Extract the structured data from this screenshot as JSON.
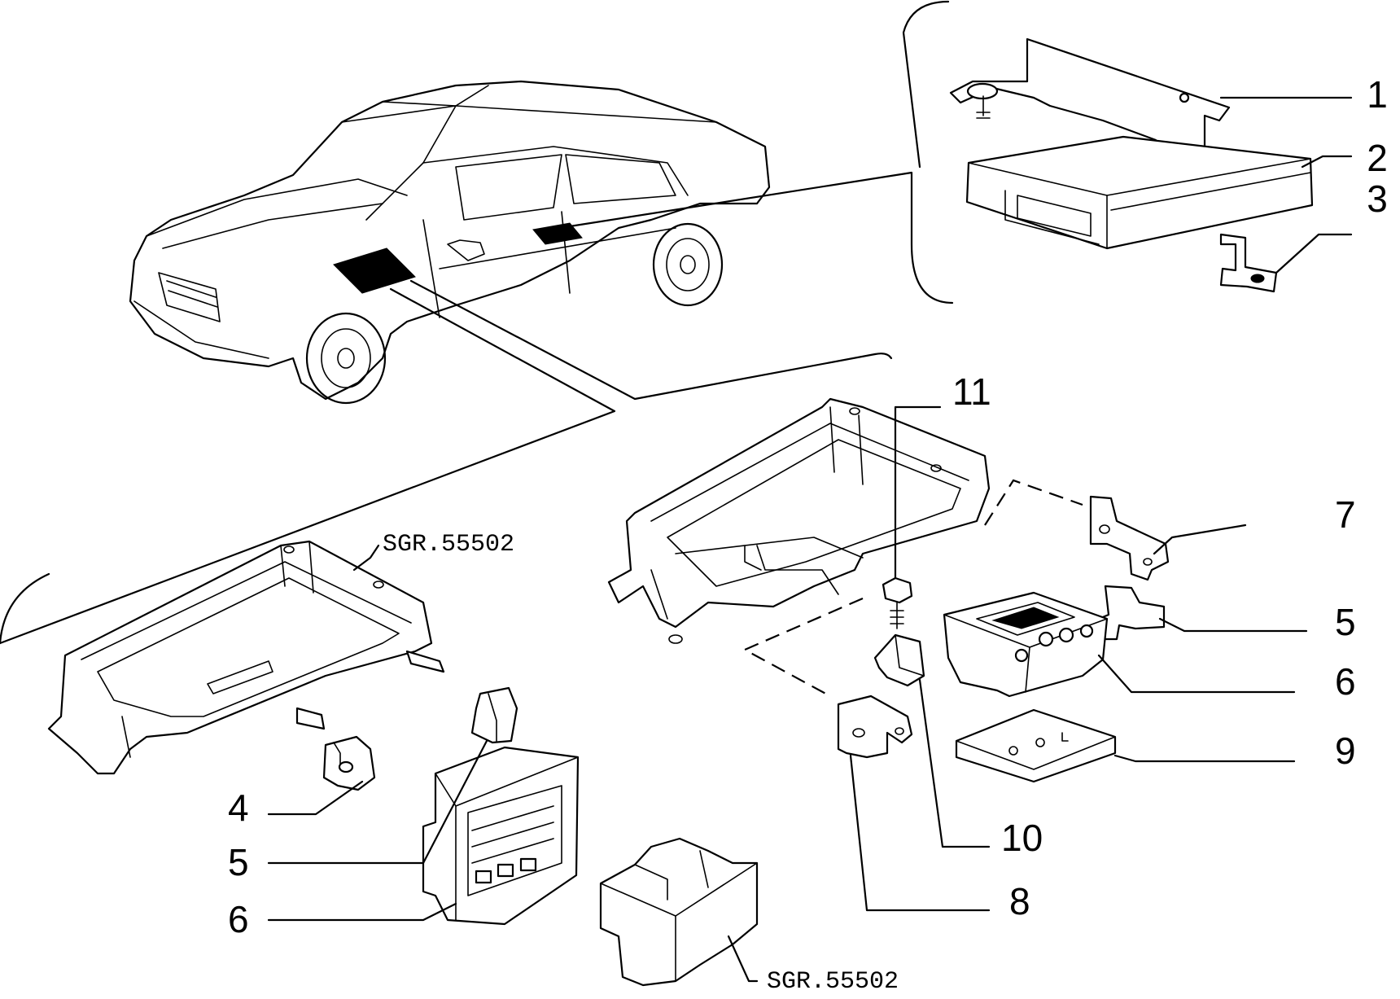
{
  "callouts": [
    {
      "id": "1",
      "label": "1"
    },
    {
      "id": "2",
      "label": "2"
    },
    {
      "id": "3",
      "label": "3"
    },
    {
      "id": "11",
      "label": "11"
    },
    {
      "id": "7",
      "label": "7"
    },
    {
      "id": "5r",
      "label": "5"
    },
    {
      "id": "6r",
      "label": "6"
    },
    {
      "id": "9",
      "label": "9"
    },
    {
      "id": "10",
      "label": "10"
    },
    {
      "id": "8",
      "label": "8"
    },
    {
      "id": "4",
      "label": "4"
    },
    {
      "id": "5l",
      "label": "5"
    },
    {
      "id": "6l",
      "label": "6"
    }
  ],
  "refs": {
    "top": "SGR.55502",
    "bottom": "SGR.55502"
  }
}
